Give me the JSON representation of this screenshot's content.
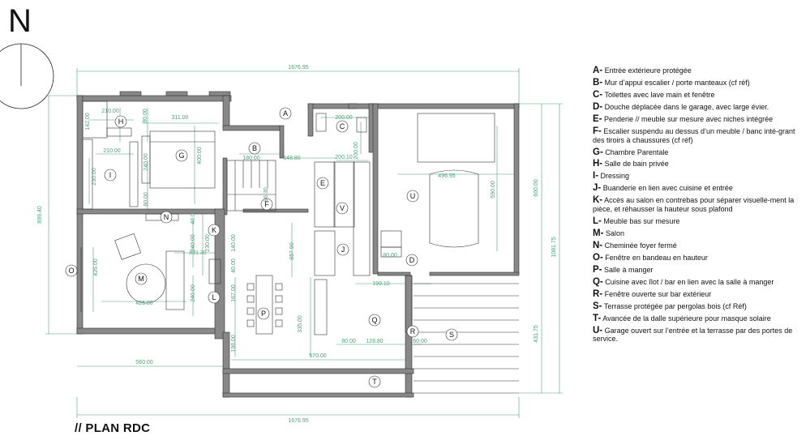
{
  "north_label": "N",
  "plan_title": "// PLAN RDC",
  "legend": [
    {
      "key": "A-",
      "text": "Entrée extérieure protégée"
    },
    {
      "key": "B-",
      "text": "Mur d’appui escalier / porte manteaux (cf réf)"
    },
    {
      "key": "C-",
      "text": "Toilettes avec lave main et fenêtre"
    },
    {
      "key": "D-",
      "text": "Douche déplacée dans le garage, avec large évier."
    },
    {
      "key": "E-",
      "text": "Penderie // meuble sur mesure avec niches intégrée"
    },
    {
      "key": "F-",
      "text": "Escalier suspendu au dessus d’un meuble / banc inté-grant des tiroirs à chaussures (cf réf)"
    },
    {
      "key": "G-",
      "text": "Chambre Parentale"
    },
    {
      "key": "H-",
      "text": "Salle de bain privée"
    },
    {
      "key": "I-",
      "text": "Dressing"
    },
    {
      "key": "J-",
      "text": "Buanderie en lien avec cuisine et entrée"
    },
    {
      "key": "K-",
      "text": "Accès au salon en contrebas pour séparer visuelle-ment la pièce, et réhausser la hauteur sous plafond"
    },
    {
      "key": "L-",
      "text": "Meuble bas sur mesure"
    },
    {
      "key": "M-",
      "text": "Salon"
    },
    {
      "key": "N-",
      "text": "Cheminée foyer fermé"
    },
    {
      "key": "O-",
      "text": "Fenêtre en bandeau en hauteur"
    },
    {
      "key": "P-",
      "text": "Salle à manger"
    },
    {
      "key": "Q-",
      "text": "Cuisine avec îlot / bar en lien avec la salle à manger"
    },
    {
      "key": "R-",
      "text": "Fenêtre ouverte sur bar extérieur"
    },
    {
      "key": "S-",
      "text": "Terrasse protégée par pergolas bois (cf Réf)"
    },
    {
      "key": "T-",
      "text": "Avancée de la dalle supérieure pour masque solaire"
    },
    {
      "key": "U-",
      "text": "Garage ouvert sur l’entrée et la terrasse par des portes de service."
    }
  ],
  "room_tags": {
    "A": "A",
    "B": "B",
    "C": "C",
    "D": "D",
    "E": "E",
    "F": "F",
    "G": "G",
    "H": "H",
    "I": "I",
    "J": "J",
    "K": "K",
    "L": "L",
    "M": "M",
    "N": "N",
    "O": "O",
    "P": "P",
    "Q": "Q",
    "R": "R",
    "S": "S",
    "T": "T",
    "U": "U",
    "V": "V"
  },
  "dimensions": {
    "overall_top": "1676.95",
    "overall_bottom": "1676.95",
    "left_height": "899.40",
    "right_height_upper": "600.00",
    "right_height_lower": "431.75",
    "right_total": "1081.75",
    "d210a": "210.00",
    "d311": "311.00",
    "d142": "142.00",
    "d80a": "80.00",
    "d210b": "210.00",
    "d240a": "240.00",
    "d400": "400.00",
    "d230": "230.00",
    "d80b": "80.00",
    "d180": "180.00",
    "d96": "96.30",
    "d148": "148.80",
    "d200a": "200.00",
    "d200b": "200.00",
    "d200c": "200.10",
    "d496": "496.95",
    "d590": "590.00",
    "d80c": "80.00",
    "d199": "199.10",
    "d857": "857.90",
    "d140": "140.00",
    "d40a": "40.00",
    "d40b": "40.00",
    "d240b": "240.00",
    "d426": "426.00",
    "d426b": "426.00",
    "d167": "167.00",
    "d198": "198.00",
    "d335": "335.00",
    "d80d": "80.00",
    "d128": "128.80",
    "d60": "60.00",
    "d570": "570.00",
    "d560": "560.00",
    "d240c": "240.00",
    "d891": "891.30",
    "d230b": "230.00"
  }
}
